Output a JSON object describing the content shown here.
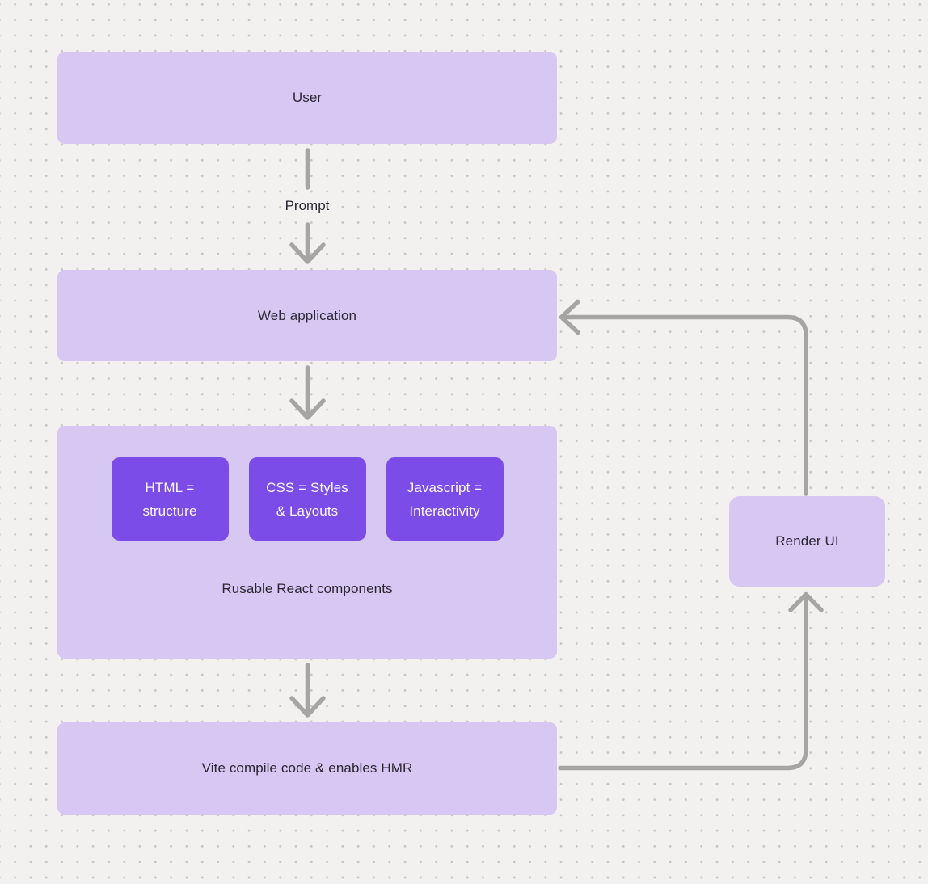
{
  "theme": {
    "background": "#f2f1ef",
    "dot": "#c8c6c4",
    "node_light": "#d6c7f3",
    "node_vivid": "#7c4ce8",
    "arrow": "#a7a5a3",
    "ink": "#2b2833",
    "ink_light": "#fbf8ff"
  },
  "nodes": {
    "user": {
      "label": "User"
    },
    "web_application": {
      "label": "Web application"
    },
    "components": {
      "caption": "Rusable React components",
      "children": [
        {
          "line1": "HTML =",
          "line2": "structure"
        },
        {
          "line1": "CSS = Styles",
          "line2": "& Layouts"
        },
        {
          "line1": "Javascript =",
          "line2": "Interactivity"
        }
      ]
    },
    "vite": {
      "label": "Vite compile code & enables HMR"
    },
    "render_ui": {
      "label": "Render UI"
    }
  },
  "edges": {
    "prompt_label": "Prompt"
  }
}
